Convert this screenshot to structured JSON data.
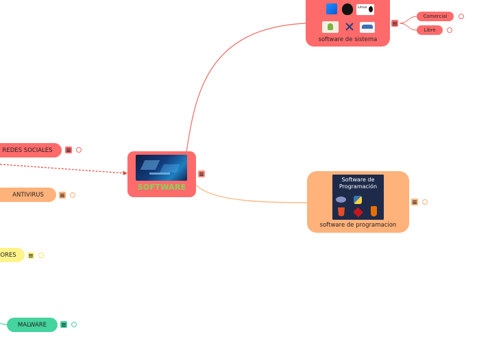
{
  "root": {
    "title": "SOFTWARE"
  },
  "branches": {
    "sistema": {
      "label": "software de sistema",
      "logo_text": "Linux",
      "children": [
        "Comercial",
        "Libre"
      ]
    },
    "programacion": {
      "label": "software de programacion",
      "image_title": "Software de Programación",
      "image_title_line1": "Software de",
      "image_title_line2": "Programación"
    },
    "redes": {
      "label": "REDES SOCIALES"
    },
    "antivirus": {
      "label": "ANTIVIRUS"
    },
    "ores": {
      "label": "ORES"
    },
    "malware": {
      "label": "MALWARE"
    }
  },
  "colors": {
    "red": "#ff6b6b",
    "orange": "#ffb27a",
    "yellow": "#fff38a",
    "green": "#45d39e",
    "link_red": "#ef6a62",
    "link_orange": "#ffae72"
  }
}
